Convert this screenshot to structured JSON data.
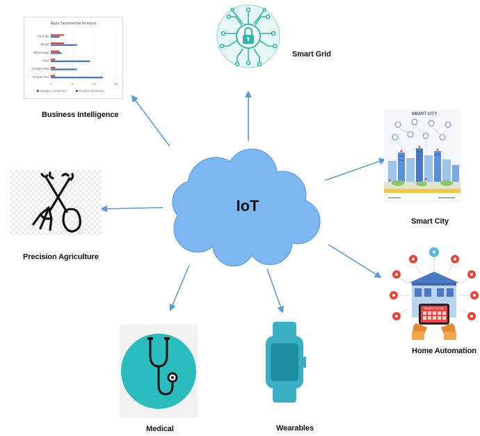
{
  "center": {
    "label": "IoT",
    "cloud_color": "#7cb7f2"
  },
  "nodes": {
    "business_intelligence": "Business Intelligence",
    "smart_grid": "Smart Grid",
    "smart_city": "Smart City",
    "precision_agriculture": "Precision Agriculture",
    "home_automation": "Home Automation",
    "medical": "Medical",
    "wearables": "Wearables"
  },
  "arrow_color": "#5b9bd5",
  "mini_chart": {
    "title": "Apps Sentimental Analysis",
    "smart_city_label": "SMART CITY",
    "smart_house_label": "SMART HOUSE",
    "chart_data": {
      "type": "bar",
      "orientation": "horizontal",
      "title": "Apps Sentimental Analysis",
      "categories": [
        "YouTube",
        "Skype",
        "Messenger",
        "Viber",
        "Google Map",
        "Temple Run"
      ],
      "series": [
        {
          "name": "Negative Sentiment",
          "color": "#e0403a",
          "values": [
            3,
            3,
            2,
            1,
            1,
            1
          ]
        },
        {
          "name": "Positive Sentiment",
          "color": "#4472c4",
          "values": [
            2,
            6,
            2.5,
            9,
            6,
            12
          ]
        }
      ],
      "xlim": [
        0,
        15
      ],
      "x_ticks": [
        "0",
        "5",
        "10",
        "15"
      ],
      "legend": "bottom"
    }
  }
}
